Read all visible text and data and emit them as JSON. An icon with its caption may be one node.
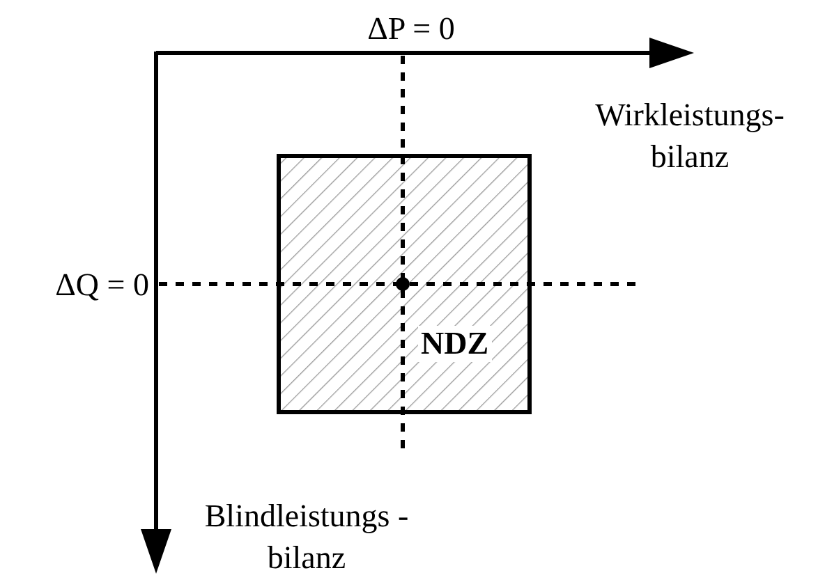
{
  "diagram": {
    "nodes": [
      {
        "text": [
          "NDZ"
        ]
      }
    ],
    "labels": [
      "ΔP = 0",
      "Wirkleistungs- bilanz",
      "ΔQ = 0",
      "Blindleistungs -bilanz"
    ]
  }
}
